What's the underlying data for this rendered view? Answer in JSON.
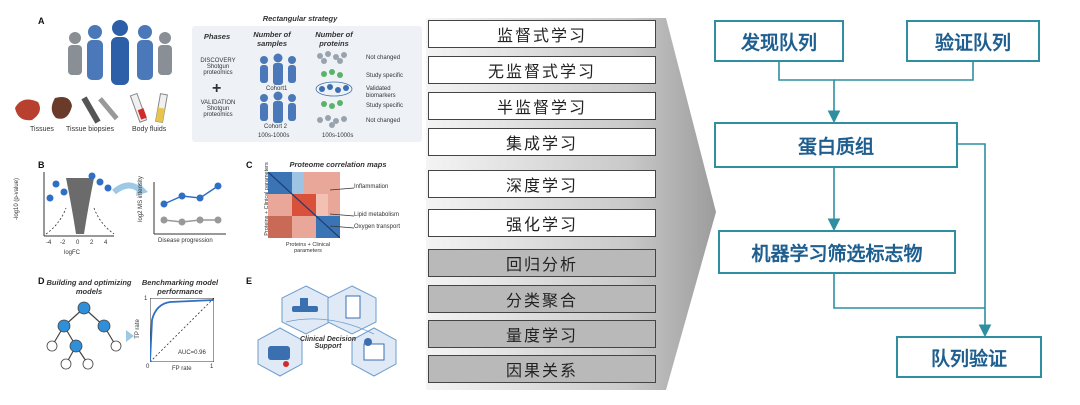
{
  "figure": {
    "panel_a": {
      "letter": "A",
      "title": "Rectangular strategy",
      "tissue_labels": [
        "Tissues",
        "Tissue biopsies",
        "Body fluids"
      ],
      "headers": [
        "Phases",
        "Number of samples",
        "Number of proteins"
      ],
      "discovery": "DISCOVERY\nShotgun\nproteomics",
      "plus": "+",
      "validation": "VALIDATION\nShotgun\nproteomics",
      "cohorts": [
        "Cohort1",
        "Cohort 2"
      ],
      "samples_count": "100s-1000s",
      "proteins_count": "100s-1000s",
      "outcomes": [
        "Not changed",
        "Study specific",
        "Validated biomarkers",
        "Study specific",
        "Not changed"
      ]
    },
    "panel_b": {
      "letter": "B",
      "ylabel": "-log10 (p-value)",
      "xlabel": "logFC",
      "xticks": [
        "-4",
        "-2",
        "0",
        "2",
        "4"
      ],
      "ylabel2": "log2 MS intensity",
      "xlabel2": "Disease progression"
    },
    "panel_c": {
      "letter": "C",
      "title": "Proteome correlation maps",
      "ylabel": "Proteins + Clinical parameters",
      "xlabel": "Proteins + Clinical parameters",
      "annotations": [
        "Inflammation",
        "Lipid metabolism",
        "Oxygen transport"
      ]
    },
    "panel_d": {
      "letter": "D",
      "title1": "Building and optimizing models",
      "title2": "Benchmarking model performance",
      "ylabel": "TP rate",
      "xlabel": "FP rate",
      "auc": "AUC=0.96",
      "ticks": [
        "0",
        "1",
        "1"
      ]
    },
    "panel_e": {
      "letter": "E",
      "label": "Clinical Decision Support"
    }
  },
  "methods": [
    {
      "label": "监督式学习",
      "style": "white"
    },
    {
      "label": "无监督式学习",
      "style": "white"
    },
    {
      "label": "半监督学习",
      "style": "white"
    },
    {
      "label": "集成学习",
      "style": "white"
    },
    {
      "label": "深度学习",
      "style": "white"
    },
    {
      "label": "强化学习",
      "style": "white"
    },
    {
      "label": "回归分析",
      "style": "gray"
    },
    {
      "label": "分类聚合",
      "style": "gray"
    },
    {
      "label": "量度学习",
      "style": "gray"
    },
    {
      "label": "因果关系",
      "style": "gray"
    }
  ],
  "flow": {
    "discovery_cohort": "发现队列",
    "validation_cohort": "验证队列",
    "proteome": "蛋白质组",
    "ml_screening": "机器学习筛选标志物",
    "cohort_validation": "队列验证",
    "border_color": "#2f8fa0",
    "text_color": "#1f5f8f"
  }
}
